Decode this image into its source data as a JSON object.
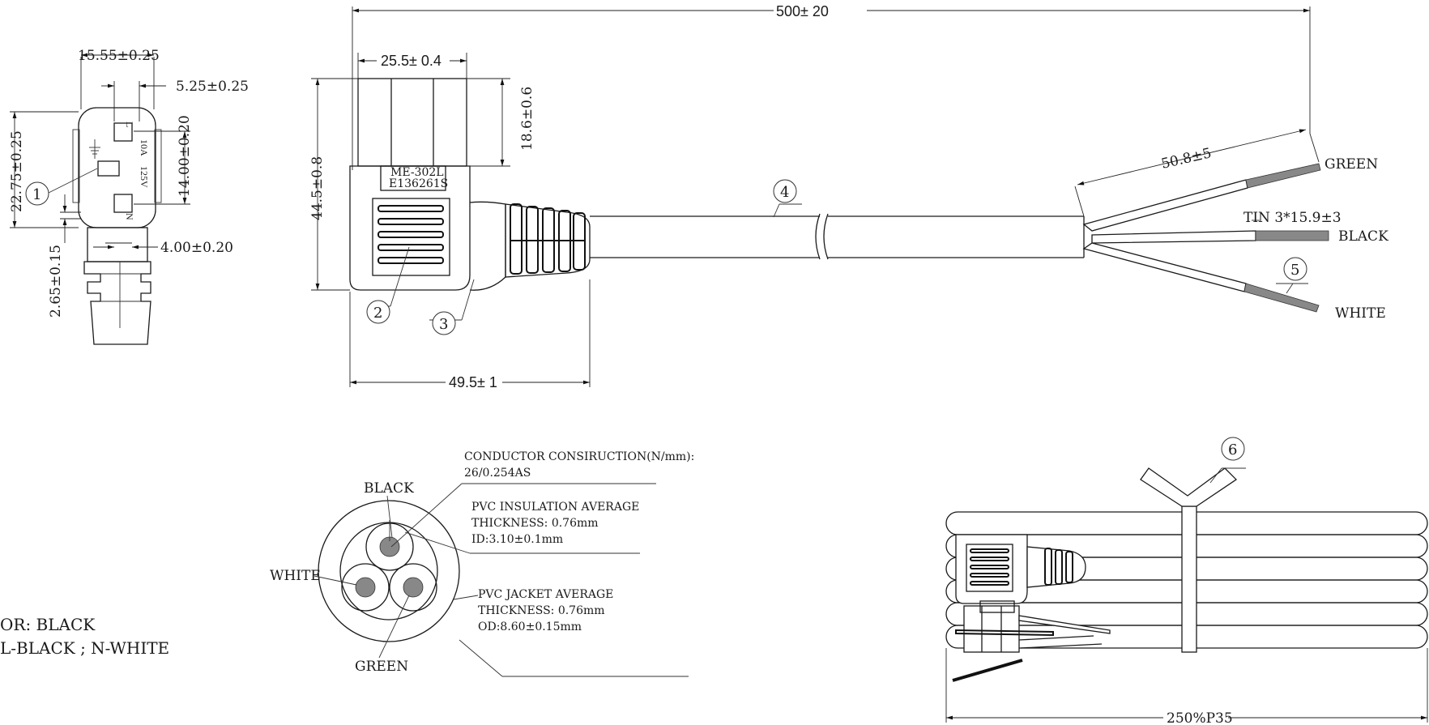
{
  "dimensions": {
    "overall_length": "500± 20",
    "plug_width": "25.5± 0.4",
    "plug_tip_height": "18.6±0.6",
    "plug_height": "44.5±0.8",
    "plug_depth": "49.5± 1",
    "strip_length": "50.8±5",
    "tin": "TIN 3*15.9±3",
    "face_width": "15.55±0.25",
    "pin_offset": "5.25±0.25",
    "face_height": "22.75±0.25",
    "pin_spacing": "14.00±0.20",
    "pin_width": "4.00±0.20",
    "pin_thickness": "2.65±0.15",
    "bundle_length": "250%P35"
  },
  "plug_label": {
    "model": "ME-302L",
    "cert": "E136261S",
    "face_l": "L",
    "face_n": "N",
    "rating_a": "10A",
    "rating_v": "125V"
  },
  "wires": {
    "green": "GREEN",
    "black": "BLACK",
    "white": "WHITE"
  },
  "callouts": [
    "1",
    "2",
    "3",
    "4",
    "5",
    "6"
  ],
  "cross_section": {
    "black": "BLACK",
    "white": "WHITE",
    "green": "GREEN",
    "conductor_title": "CONDUCTOR CONSIRUCTION(N/mm):",
    "conductor_value": "26/0.254AS",
    "insulation_title": "PVC INSULATION AVERAGE",
    "insulation_thickness": "THICKNESS: 0.76mm",
    "insulation_id": "ID:3.10±0.1mm",
    "jacket_title": "PVC JACKET AVERAGE",
    "jacket_thickness": "THICKNESS: 0.76mm",
    "jacket_od": "OD:8.60±0.15mm"
  },
  "notes": {
    "color": "OR: BLACK",
    "wiring": "L-BLACK ; N-WHITE"
  }
}
